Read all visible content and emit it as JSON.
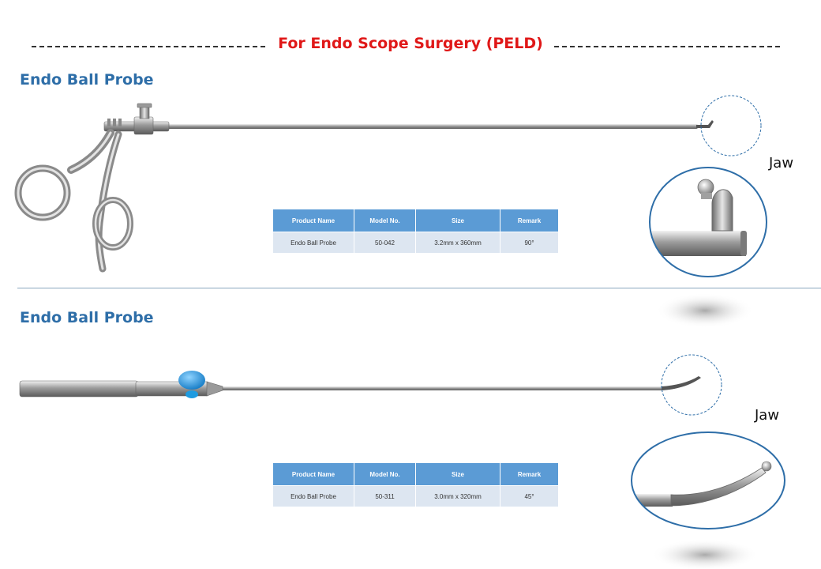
{
  "page": {
    "title": "For Endo Scope Surgery (PELD)"
  },
  "products": [
    {
      "title": "Endo Ball Probe",
      "jaw_label": "Jaw",
      "table": {
        "headers": [
          "Product Name",
          "Model No.",
          "Size",
          "Remark"
        ],
        "row": [
          "Endo Ball Probe",
          "50-042",
          "3.2mm x 360mm",
          "90°"
        ]
      }
    },
    {
      "title": "Endo Ball Probe",
      "jaw_label": "Jaw",
      "table": {
        "headers": [
          "Product Name",
          "Model No.",
          "Size",
          "Remark"
        ],
        "row": [
          "Endo Ball Probe",
          "50-311",
          "3.0mm x 320mm",
          "45°"
        ]
      }
    }
  ],
  "colors": {
    "title_red": "#e01818",
    "section_blue": "#2e6ea8",
    "table_header": "#5b9bd5",
    "table_row": "#dde6f1",
    "accent_knob": "#1e9be0"
  },
  "icons": [
    "scissor-handle-instrument-icon",
    "straight-handle-instrument-icon",
    "jaw-detail-icon"
  ]
}
